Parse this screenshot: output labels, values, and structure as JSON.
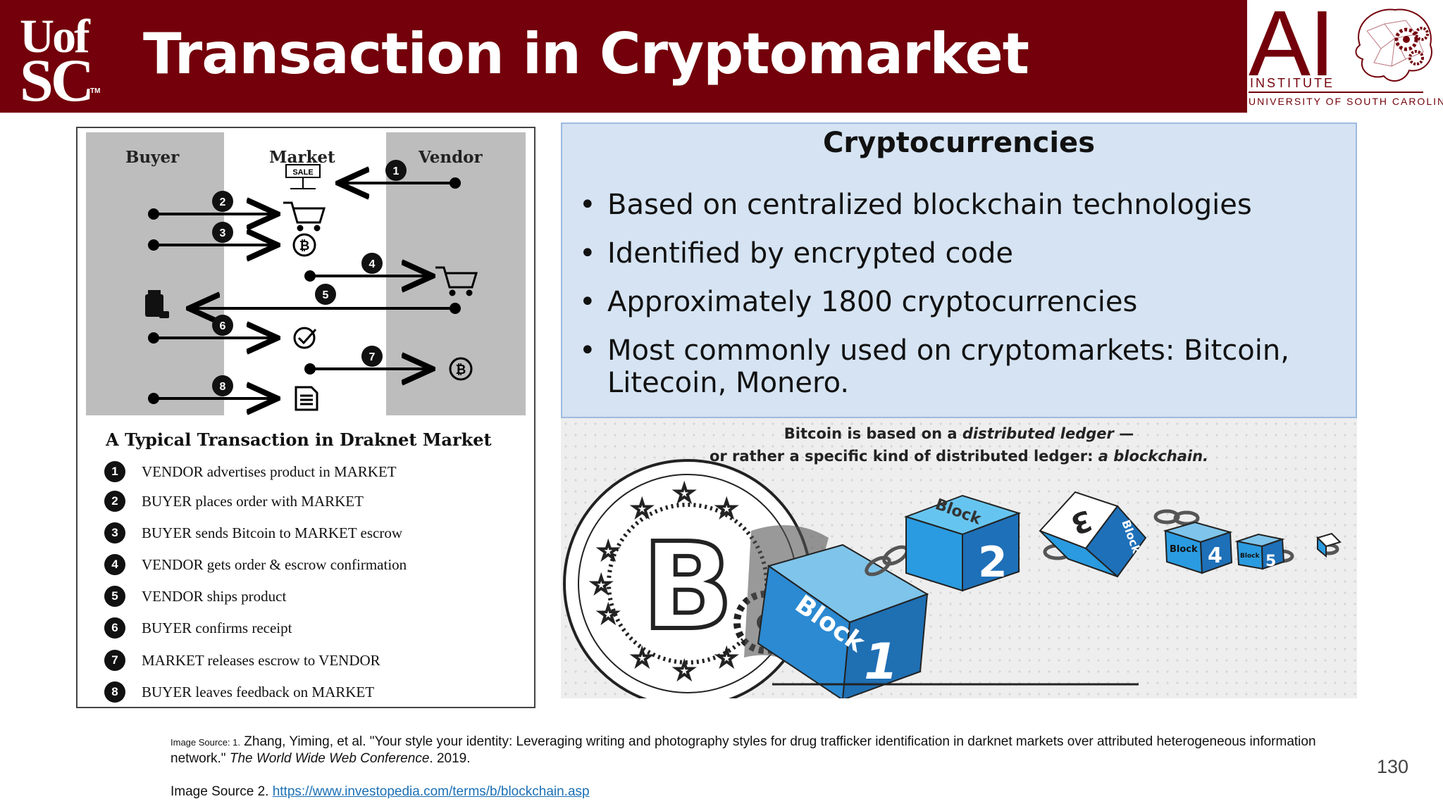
{
  "header": {
    "logo_line1": "Uof",
    "logo_line2": "SC",
    "logo_tm": "TM",
    "title": "Transaction in Cryptomarket",
    "ai_logo": {
      "letters": "AI",
      "institute": "INSTITUTE",
      "university": "UNIVERSITY OF SOUTH CAROLINA"
    }
  },
  "figure": {
    "roles": [
      "Buyer",
      "Market",
      "Vendor"
    ],
    "sale_sign": "SALE",
    "flow_numbers": [
      "1",
      "2",
      "3",
      "4",
      "5",
      "6",
      "7",
      "8"
    ],
    "title": "A Typical Transaction in Draknet Market",
    "steps": [
      {
        "num": "1",
        "text": "VENDOR advertises product in MARKET"
      },
      {
        "num": "2",
        "text": "BUYER places order with MARKET"
      },
      {
        "num": "3",
        "text": "BUYER sends Bitcoin to MARKET escrow"
      },
      {
        "num": "4",
        "text": "VENDOR gets order & escrow confirmation"
      },
      {
        "num": "5",
        "text": "VENDOR ships product"
      },
      {
        "num": "6",
        "text": "BUYER confirms receipt"
      },
      {
        "num": "7",
        "text": "MARKET releases escrow to VENDOR"
      },
      {
        "num": "8",
        "text": "BUYER leaves feedback on MARKET"
      }
    ]
  },
  "crypto": {
    "title": "Cryptocurrencies",
    "bullets": [
      "Based on centralized blockchain technologies",
      "Identified by encrypted code",
      "Approximately 1800 cryptocurrencies",
      "Most commonly used on cryptomarkets: Bitcoin, Litecoin, Monero."
    ]
  },
  "blockchain_image": {
    "caption_line1_a": "Bitcoin is based on a ",
    "caption_line1_b": "distributed ledger",
    "caption_line1_c": " —",
    "caption_line2_a": "or rather a specific kind of distributed ledger: ",
    "caption_line2_b": "a blockchain.",
    "block_labels": [
      "Block",
      "1",
      "Block",
      "2",
      "3",
      "Block",
      "Block",
      "4",
      "Block",
      "5"
    ]
  },
  "sources": {
    "source1_prefix": "Image Source: 1.",
    "source1_text": " Zhang, Yiming, et al. \"Your style your identity: Leveraging writing and photography styles for drug trafficker identification in darknet markets over attributed heterogeneous information network.\" ",
    "source1_venue": "The World Wide Web Conference",
    "source1_year": ". 2019.",
    "source2_prefix": "Image Source 2. ",
    "source2_link": "https://www.investopedia.com/terms/b/blockchain.asp"
  },
  "page_number": "130"
}
